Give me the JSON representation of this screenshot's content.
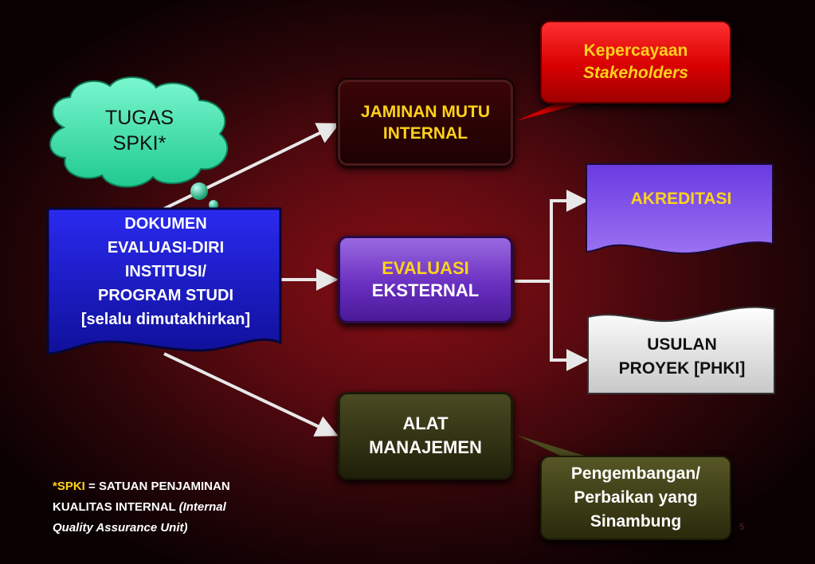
{
  "nodes": {
    "tugas": [
      "TUGAS",
      "SPKI*"
    ],
    "dokumen": [
      "DOKUMEN",
      "EVALUASI-DIRI",
      "INSTITUSI/",
      "PROGRAM STUDI",
      "[selalu dimutakhirkan]"
    ],
    "jaminan": [
      "JAMINAN MUTU",
      "INTERNAL"
    ],
    "evaluasi": [
      "EVALUASI",
      "EKSTERNAL"
    ],
    "alat": [
      "ALAT",
      "MANAJEMEN"
    ],
    "kepercayaan": [
      "Kepercayaan",
      "Stakeholders"
    ],
    "akreditasi": "AKREDITASI",
    "usulan": [
      "USULAN",
      "PROYEK [PHKI]"
    ],
    "pengembangan": [
      "Pengembangan/",
      "Perbaikan yang",
      "Sinambung"
    ]
  },
  "footnote": {
    "abbr": "*SPKI",
    "text1": " = SATUAN PENJAMINAN",
    "text2": "KUALITAS INTERNAL ",
    "text3": "(Internal",
    "text4": "Quality Assurance Unit)"
  },
  "slide_number": "5",
  "colors": {
    "accent_yellow": "#ffd21a",
    "background_red": "#8a0f16",
    "cloud_green": "#3ee8b0",
    "dokumen_blue": "#1a1ad8",
    "akreditasi_purple": "#7a4ae8"
  }
}
